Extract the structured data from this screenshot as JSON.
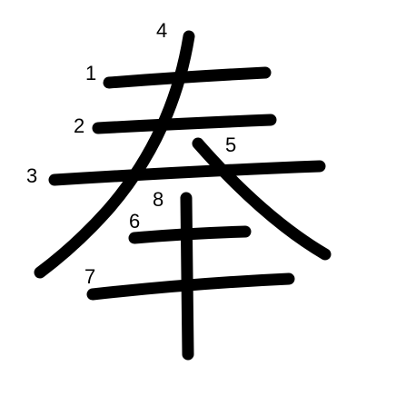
{
  "diagram": {
    "character": "奉",
    "stroke_color": "#000000",
    "label_color": "#000000",
    "background": "#ffffff",
    "strokes": [
      {
        "order": "1",
        "label": "1"
      },
      {
        "order": "2",
        "label": "2"
      },
      {
        "order": "3",
        "label": "3"
      },
      {
        "order": "4",
        "label": "4"
      },
      {
        "order": "5",
        "label": "5"
      },
      {
        "order": "6",
        "label": "6"
      },
      {
        "order": "7",
        "label": "7"
      },
      {
        "order": "8",
        "label": "8"
      }
    ]
  }
}
